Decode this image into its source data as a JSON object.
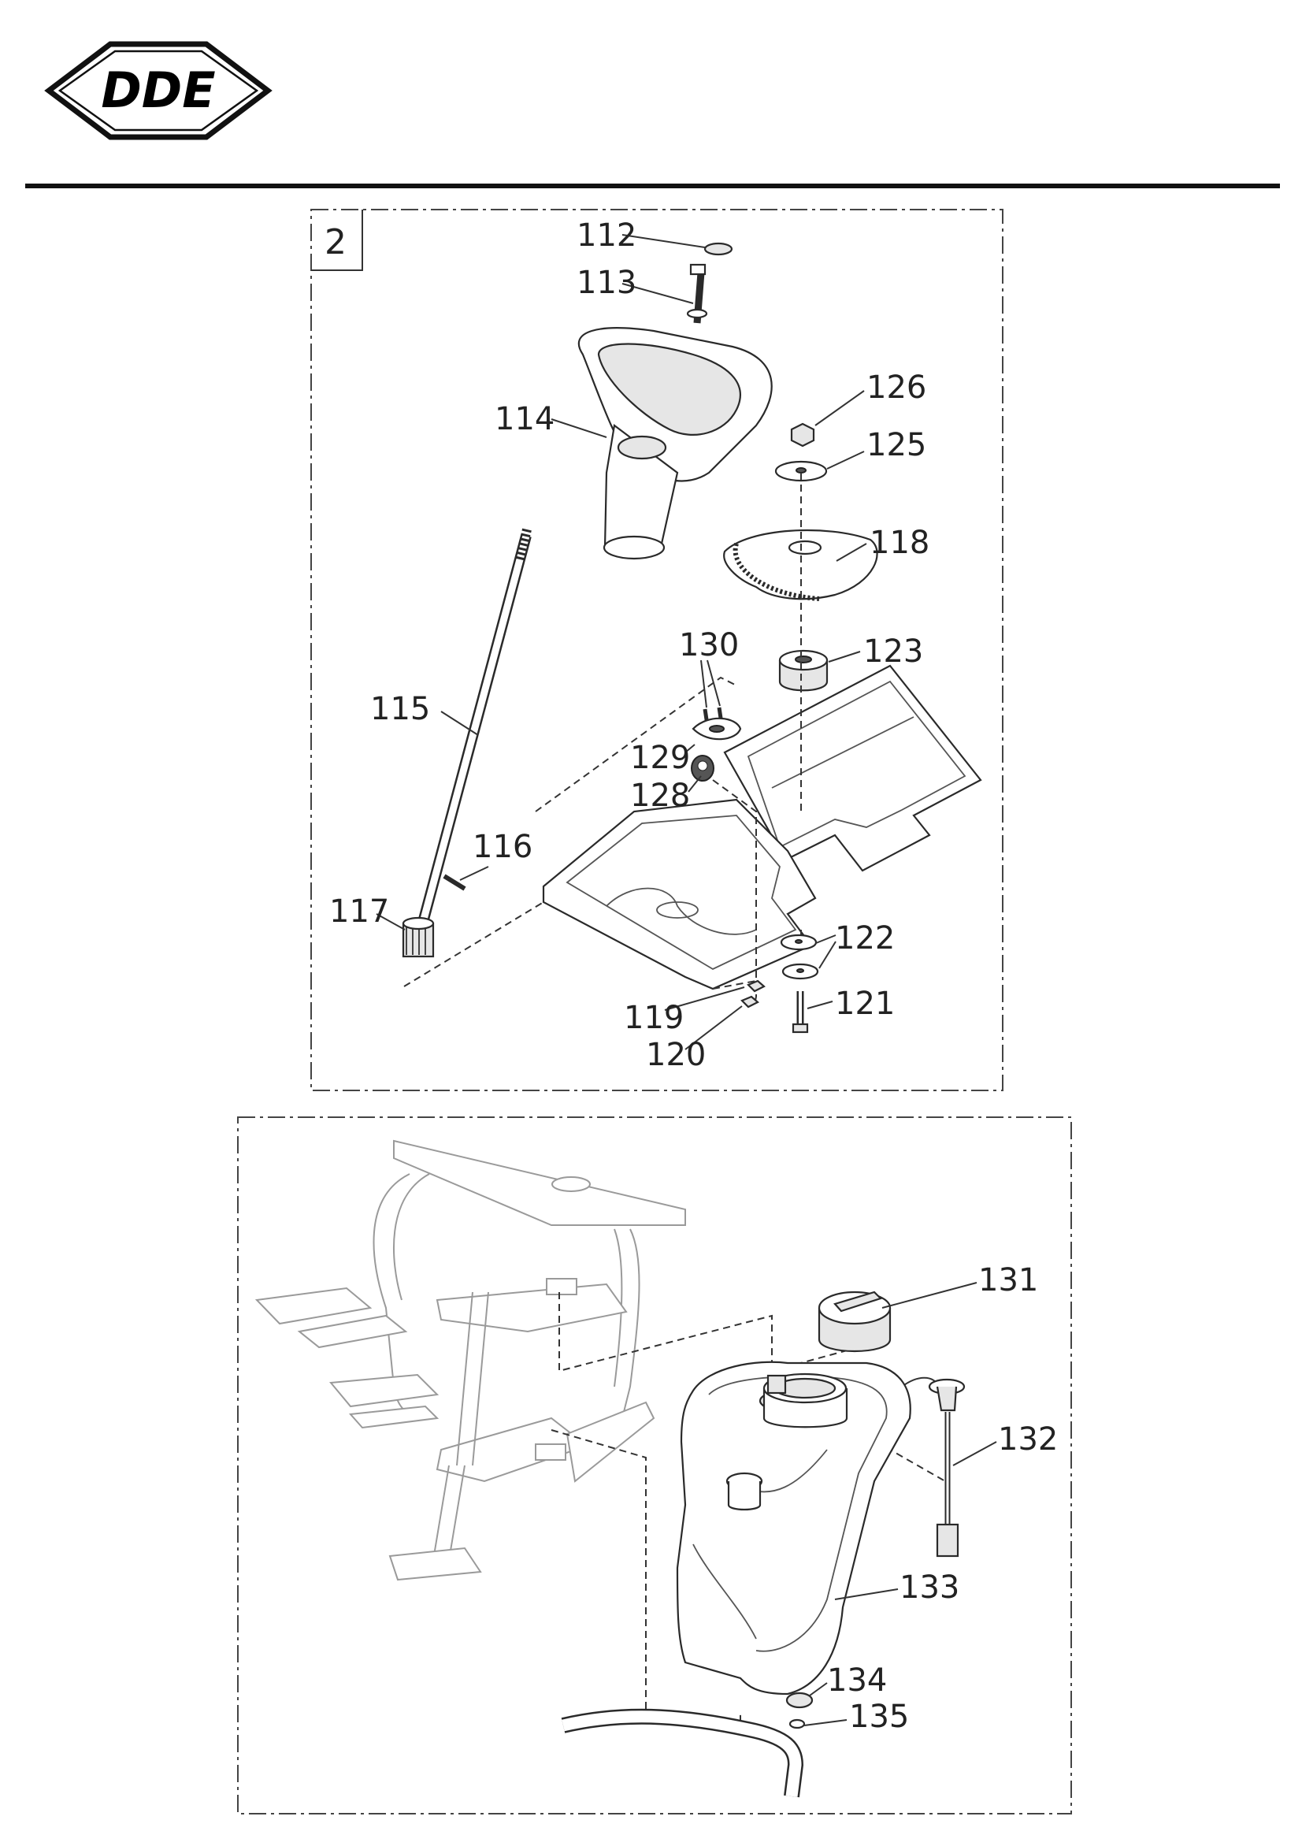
{
  "brand": {
    "logo_text": "DDE"
  },
  "group_a": {
    "tag": "2",
    "callouts": [
      {
        "id": "c112",
        "text": "112"
      },
      {
        "id": "c113",
        "text": "113"
      },
      {
        "id": "c114",
        "text": "114"
      },
      {
        "id": "c115",
        "text": "115"
      },
      {
        "id": "c116",
        "text": "116"
      },
      {
        "id": "c117",
        "text": "117"
      },
      {
        "id": "c118",
        "text": "118"
      },
      {
        "id": "c119",
        "text": "119"
      },
      {
        "id": "c120",
        "text": "120"
      },
      {
        "id": "c121",
        "text": "121"
      },
      {
        "id": "c122",
        "text": "122"
      },
      {
        "id": "c123",
        "text": "123"
      },
      {
        "id": "c125",
        "text": "125"
      },
      {
        "id": "c126",
        "text": "126"
      },
      {
        "id": "c128",
        "text": "128"
      },
      {
        "id": "c129",
        "text": "129"
      },
      {
        "id": "c130",
        "text": "130"
      }
    ]
  },
  "group_b": {
    "callouts": [
      {
        "id": "c131",
        "text": "131"
      },
      {
        "id": "c132",
        "text": "132"
      },
      {
        "id": "c133",
        "text": "133"
      },
      {
        "id": "c134",
        "text": "134"
      },
      {
        "id": "c135",
        "text": "135"
      }
    ]
  }
}
